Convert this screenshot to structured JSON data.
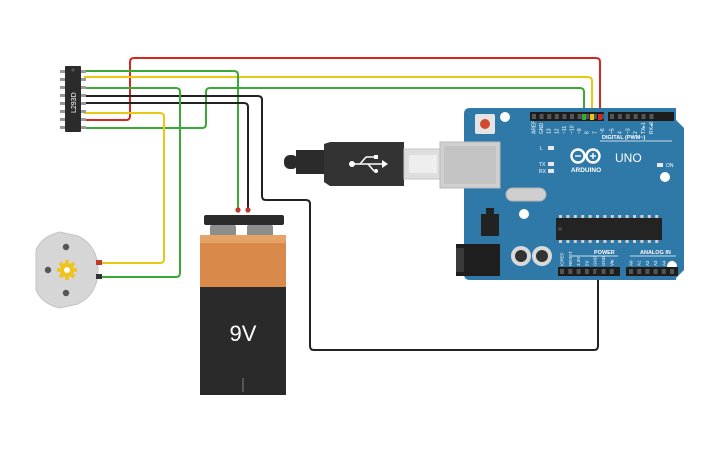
{
  "ic_label": "L293D",
  "battery": {
    "label": "9V"
  },
  "arduino": {
    "brand": "ARDUINO",
    "model": "UNO",
    "header_label": "DIGITAL (PWM~)",
    "power_label": "POWER",
    "analog_label": "ANALOG IN",
    "led_l": "L",
    "led_tx": "TX",
    "led_rx": "RX",
    "on_label": "ON",
    "digital_pins": [
      "AREF",
      "GND",
      "13",
      "12",
      "~11",
      "~10",
      "~9",
      "8",
      "7",
      "~6",
      "~5",
      "4",
      "~3",
      "2",
      "TX▸1",
      "RX◂0"
    ],
    "power_pins": [
      "IOREF",
      "RESET",
      "3.3V",
      "5V",
      "GND",
      "GND",
      "Vin"
    ],
    "analog_pins": [
      "A0",
      "A1",
      "A2",
      "A3",
      "A4",
      "A5"
    ]
  },
  "colors": {
    "board": "#2f79a8",
    "red_wire": "#d7261e",
    "yellow_wire": "#e8c814",
    "green_wire": "#3aa935",
    "black_wire": "#222222",
    "battery_top": "#d9894a",
    "battery_body": "#2a2a2a"
  }
}
